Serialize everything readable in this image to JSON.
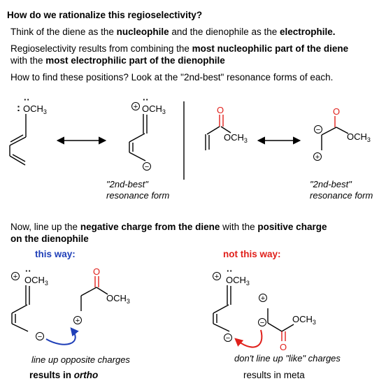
{
  "heading": "How do we rationalize this regioselectivity?",
  "line1": {
    "pre": "Think of the diene as the ",
    "b1": "nucleophile",
    "mid": " and the dienophile as the ",
    "b2": "electrophile."
  },
  "para2": {
    "pre": "Regioselectivity results from combining the ",
    "b1": "most nucleophilic part of the diene",
    "mid": "with the ",
    "b2": "most electrophilic part of the dienophile"
  },
  "para3": "How to find these positions? Look at the \"2nd-best\" resonance forms of each.",
  "resonance_caption": [
    "\"2nd-best\"",
    "resonance form"
  ],
  "para4": {
    "pre": "Now, line up the ",
    "b1": "negative charge from the diene",
    "mid": " with the ",
    "b2": "positive charge",
    "b3": "on the dienophile"
  },
  "this_way": "this way:",
  "not_this_way": "not this way:",
  "caption_left": "line up opposite charges",
  "caption_right": "don't line up \"like\" charges",
  "result_left": {
    "pre": "results in ",
    "em": "ortho"
  },
  "result_right": "results in meta",
  "chem": {
    "och3": "OCH",
    "o": "O",
    "ch": "CH",
    "sub3": "3",
    "plus": "+",
    "minus": "−",
    "lone_pair": "··",
    "lone_colon": ":"
  },
  "colors": {
    "blue": "#1f3fb8",
    "red": "#e0201b",
    "black": "#000000"
  }
}
